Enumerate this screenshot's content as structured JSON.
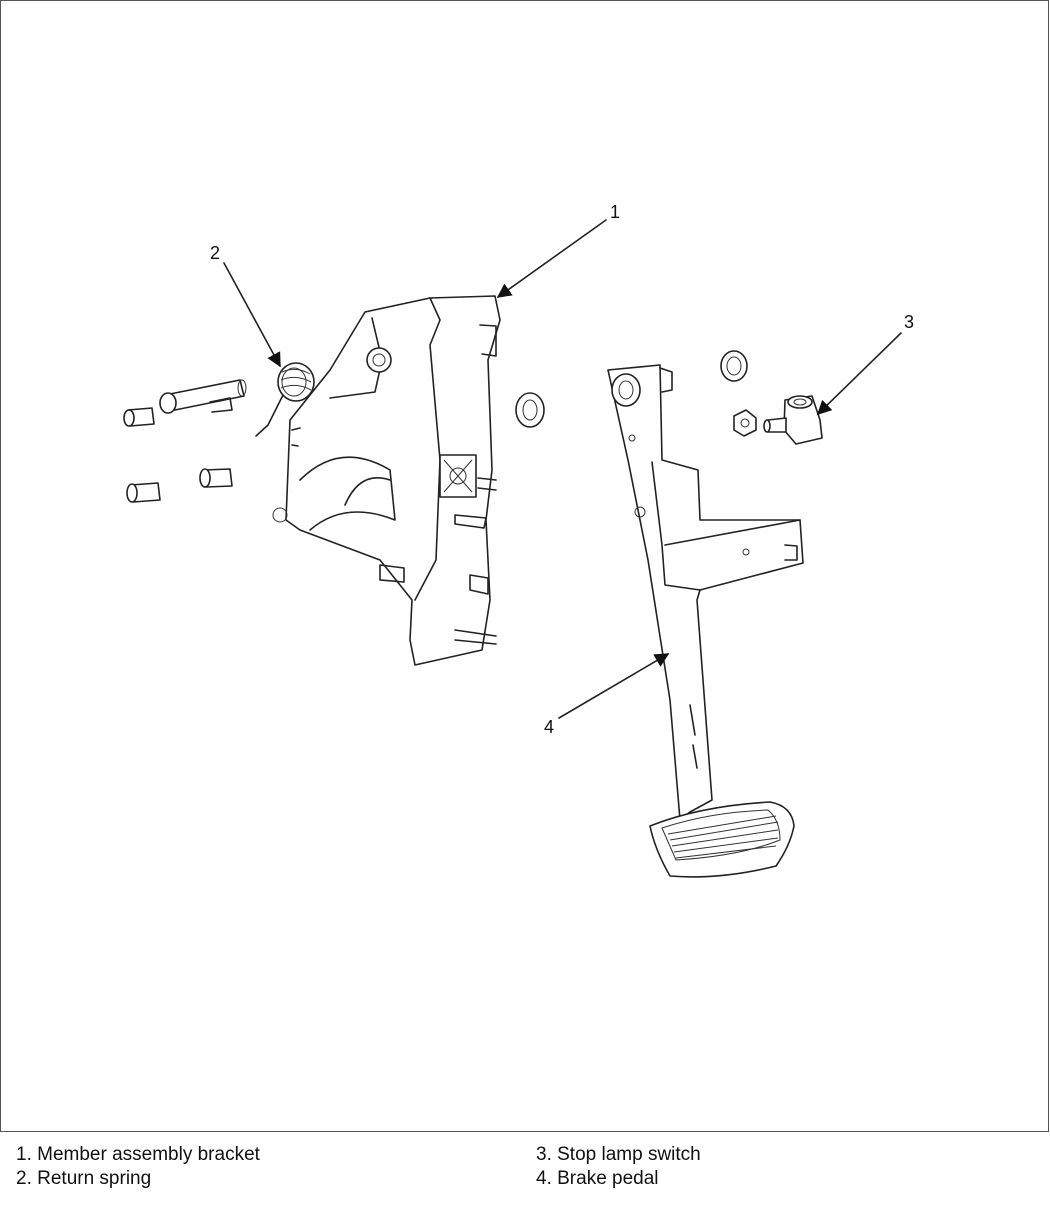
{
  "callouts": {
    "c1": "1",
    "c2": "2",
    "c3": "3",
    "c4": "4"
  },
  "legend": {
    "item1": "1. Member assembly bracket",
    "item2": "2. Return spring",
    "item3": "3. Stop lamp switch",
    "item4": "4. Brake pedal"
  }
}
